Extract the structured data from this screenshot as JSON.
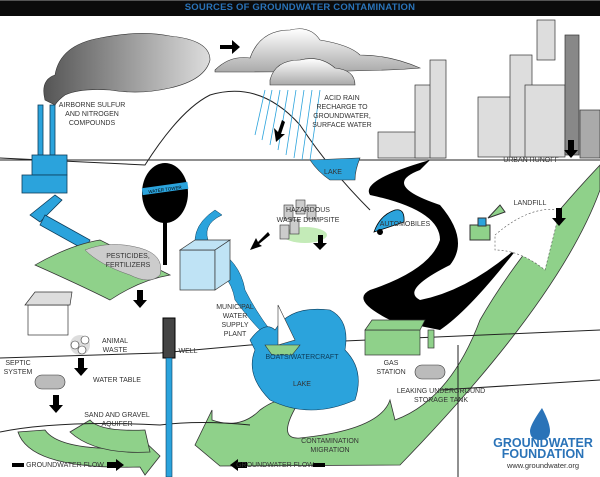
{
  "title": "SOURCES OF GROUNDWATER CONTAMINATION",
  "labels": {
    "airborne": [
      "AIRBORNE SULFUR",
      "AND NITROGEN",
      "COMPOUNDS"
    ],
    "acid_rain": [
      "ACID RAIN",
      "RECHARGE TO",
      "GROUNDWATER,",
      "SURFACE WATER"
    ],
    "lake_top": "LAKE",
    "urban_runoff": "URBAN RUNOFF",
    "landfill": "LANDFILL",
    "hazardous": [
      "HAZARDOUS",
      "WASTE DUMPSITE"
    ],
    "automobiles": "AUTOMOBILES",
    "water_tower": "WATER TOWER",
    "pesticides": [
      "PESTICIDES,",
      "FERTILIZERS"
    ],
    "municipal": [
      "MUNICIPAL",
      "WATER",
      "SUPPLY",
      "PLANT"
    ],
    "animal_waste": [
      "ANIMAL",
      "WASTE"
    ],
    "well": "WELL",
    "boats": "BOATS/WATERCRAFT",
    "gas_station": [
      "GAS",
      "STATION"
    ],
    "septic": [
      "SEPTIC",
      "SYSTEM"
    ],
    "water_table": "WATER TABLE",
    "lake_bottom": "LAKE",
    "leaking_tank": [
      "LEAKING UNDERGROUND",
      "STORAGE TANK"
    ],
    "aquifer": [
      "SAND AND GRAVEL",
      "AQUIFER"
    ],
    "migration": [
      "CONTAMINATION",
      "MIGRATION"
    ],
    "flow_left": "GROUNDWATER FLOW",
    "flow_right": "GROUNDWATER FLOW"
  },
  "logo": {
    "line1": "GROUNDWATER",
    "line2": "FOUNDATION",
    "url": "www.groundwater.org",
    "icon": "water-drop-icon"
  },
  "colors": {
    "water_blue": "#2ba3dc",
    "flow_green": "#8fd18a",
    "brand_blue": "#2a73b8",
    "title_bar": "#0b0b0b"
  }
}
